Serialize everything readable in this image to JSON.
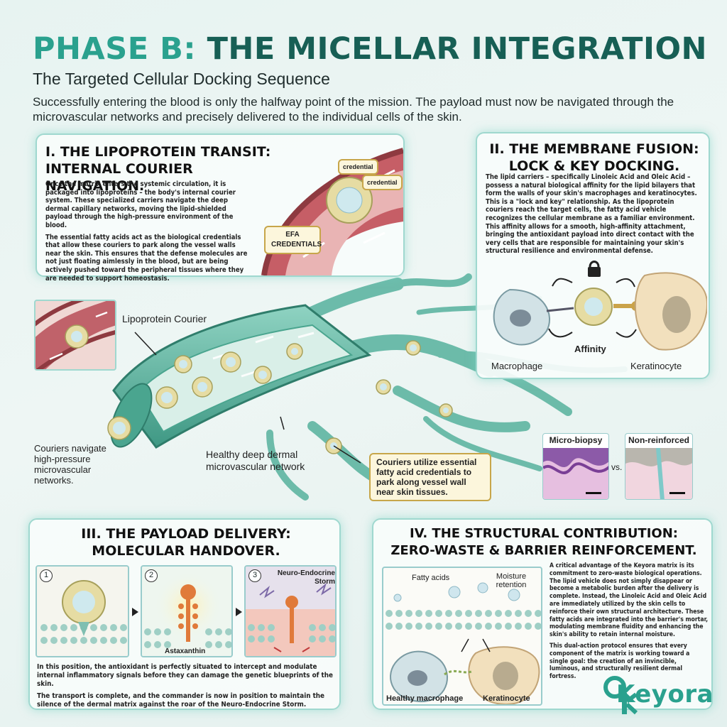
{
  "header": {
    "title_accent": "PHASE B:",
    "title_rest": "THE MICELLAR INTEGRATION",
    "subtitle": "The Targeted Cellular Docking Sequence",
    "intro": "Successfully entering the blood is only the halfway point of the mission. The payload must now be navigated through the microvascular networks and precisely delivered to the individual cells of the skin."
  },
  "panel1": {
    "heading_line1": "I. THE LIPOPROTEIN TRANSIT:",
    "heading_line2": "INTERNAL COURIER NAVIGATION.",
    "para1": "Once the matrix enters the systemic circulation, it is packaged into lipoproteins – the body's internal courier system. These specialized carriers navigate the deep dermal capillary networks, moving the lipid-shielded payload through the high-pressure environment of the blood.",
    "para2": "The essential fatty acids act as the biological credentials that allow these couriers to park along the vessel walls near the skin. This ensures that the defense molecules are not just floating aimlessly in the blood, but are being actively pushed toward the peripheral tissues where they are needed to support homeostasis.",
    "credential_1": "credential",
    "credential_2": "credential",
    "efa_tag": "EFA CREDENTIALS"
  },
  "panel2": {
    "heading_line1": "II. THE MEMBRANE FUSION:",
    "heading_line2": "LOCK & KEY DOCKING.",
    "body": "The lipid carriers – specifically Linoleic Acid and Oleic Acid – possess a natural biological affinity for the lipid bilayers that form the walls of your skin's macrophages and keratinocytes. This is a \"lock and key\" relationship. As the lipoprotein couriers reach the target cells, the fatty acid vehicle recognizes the cellular membrane as a familiar environment. This affinity allows for a smooth, high-affinity attachment, bringing the antioxidant payload into direct contact with the very cells that are responsible for maintaining your skin's structural resilience and environmental defense.",
    "affinity_label": "Affinity",
    "macrophage_label": "Macrophage",
    "keratinocyte_label": "Keratinocyte"
  },
  "center": {
    "courier_label": "Lipoprotein Courier",
    "couriers_note": "Couriers navigate high-pressure microvascular networks.",
    "network_label": "Healthy deep dermal microvascular network",
    "callout": "Couriers utilize essential fatty acid credentials to park along vessel wall near skin tissues.",
    "micro_biopsy": "Micro-biopsy",
    "vs": "vs.",
    "non_reinforced": "Non-reinforced"
  },
  "panel3": {
    "heading_line1": "III. THE PAYLOAD DELIVERY:",
    "heading_line2": "MOLECULAR HANDOVER.",
    "step1": "1",
    "step2": "2",
    "step3": "3",
    "astaxanthin": "Astaxanthin",
    "storm_label": "Neuro-Endocrine Storm",
    "para1": "In this position, the antioxidant is perfectly situated to intercept and modulate internal inflammatory signals before they can damage the genetic blueprints of the skin.",
    "para2": "The transport is complete, and the commander is now in position to maintain the silence of the dermal matrix against the roar of the Neuro-Endocrine Storm."
  },
  "panel4": {
    "heading_line1": "IV. THE STRUCTURAL CONTRIBUTION:",
    "heading_line2": "ZERO-WASTE & BARRIER REINFORCEMENT.",
    "fatty_acids": "Fatty acids",
    "moisture": "Moisture retention",
    "macrophage": "Healthy macrophage",
    "keratinocyte": "Keratinocyte",
    "para1": "A critical advantage of the Keyora matrix is its commitment to zero-waste biological operations. The lipid vehicle does not simply disappear or become a metabolic burden after the delivery is complete. Instead, the Linoleic Acid and Oleic Acid are immediately utilized by the skin cells to reinforce their own structural architecture. These fatty acids are integrated into the barrier's mortar, modulating membrane fluidity and enhancing the skin's ability to retain internal moisture.",
    "para2": "This dual-action protocol ensures that every component of the matrix is working toward a single goal: the creation of an invincible, luminous, and structurally resilient dermal fortress."
  },
  "brand": {
    "name": "Keyora"
  },
  "colors": {
    "title_dark": "#175f55",
    "title_accent": "#2aa18e",
    "vessel": "#b8545a",
    "capillary": "#5fb5a2",
    "panel_glow": "#9fd8cf"
  }
}
